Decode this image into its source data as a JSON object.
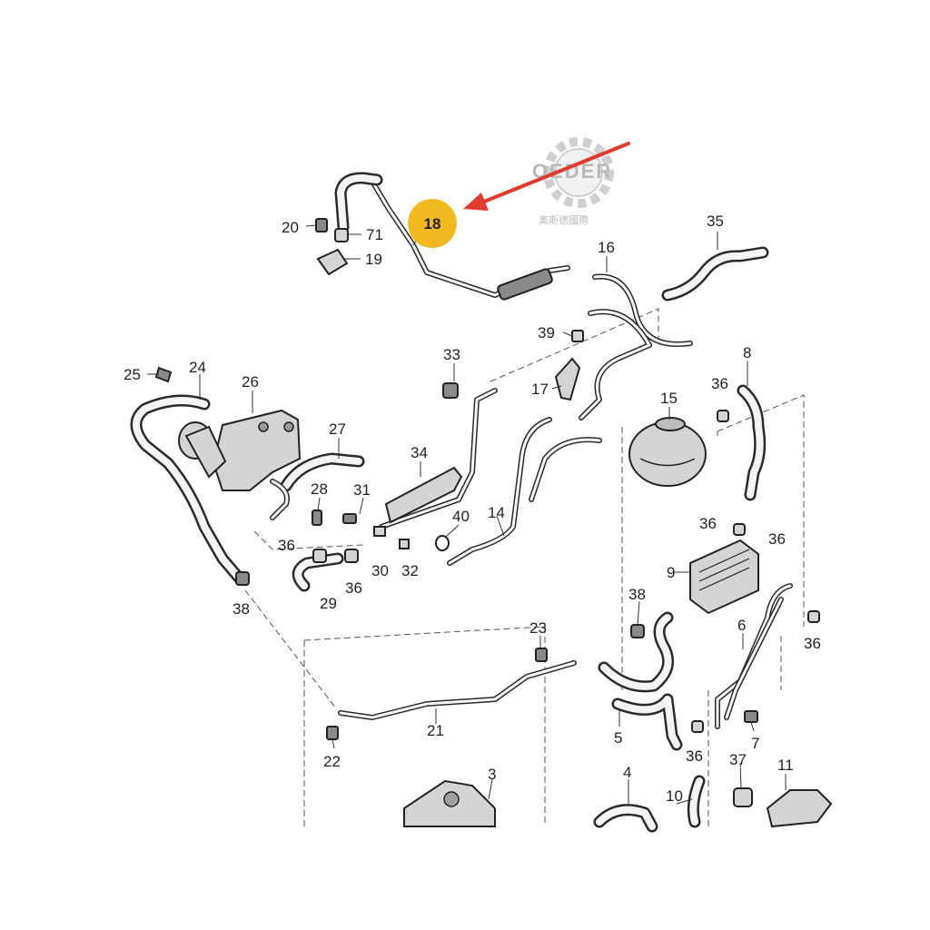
{
  "watermark": {
    "text": "OEDER",
    "subtext": "奥斯德國際"
  },
  "highlight": {
    "label": "18",
    "color": "#f2b81f"
  },
  "arrow": {
    "color": "#e23a2e"
  },
  "labels": [
    {
      "id": "l-20",
      "text": "20"
    },
    {
      "id": "l-71",
      "text": "71"
    },
    {
      "id": "l-19",
      "text": "19"
    },
    {
      "id": "l-35",
      "text": "35"
    },
    {
      "id": "l-16",
      "text": "16"
    },
    {
      "id": "l-39",
      "text": "39"
    },
    {
      "id": "l-33",
      "text": "33"
    },
    {
      "id": "l-17",
      "text": "17"
    },
    {
      "id": "l-15",
      "text": "15"
    },
    {
      "id": "l-8",
      "text": "8"
    },
    {
      "id": "l-36a",
      "text": "36"
    },
    {
      "id": "l-25",
      "text": "25"
    },
    {
      "id": "l-24",
      "text": "24"
    },
    {
      "id": "l-26",
      "text": "26"
    },
    {
      "id": "l-27",
      "text": "27"
    },
    {
      "id": "l-34",
      "text": "34"
    },
    {
      "id": "l-28",
      "text": "28"
    },
    {
      "id": "l-31",
      "text": "31"
    },
    {
      "id": "l-40",
      "text": "40"
    },
    {
      "id": "l-14",
      "text": "14"
    },
    {
      "id": "l-36b",
      "text": "36"
    },
    {
      "id": "l-36c",
      "text": "36"
    },
    {
      "id": "l-36d",
      "text": "36"
    },
    {
      "id": "l-36e",
      "text": "36"
    },
    {
      "id": "l-30",
      "text": "30"
    },
    {
      "id": "l-32",
      "text": "32"
    },
    {
      "id": "l-29",
      "text": "29"
    },
    {
      "id": "l-38a",
      "text": "38"
    },
    {
      "id": "l-9",
      "text": "9"
    },
    {
      "id": "l-38b",
      "text": "38"
    },
    {
      "id": "l-6",
      "text": "6"
    },
    {
      "id": "l-36f",
      "text": "36"
    },
    {
      "id": "l-23",
      "text": "23"
    },
    {
      "id": "l-21",
      "text": "21"
    },
    {
      "id": "l-22",
      "text": "22"
    },
    {
      "id": "l-5",
      "text": "5"
    },
    {
      "id": "l-36g",
      "text": "36"
    },
    {
      "id": "l-7",
      "text": "7"
    },
    {
      "id": "l-37",
      "text": "37"
    },
    {
      "id": "l-3",
      "text": "3"
    },
    {
      "id": "l-4",
      "text": "4"
    },
    {
      "id": "l-10",
      "text": "10"
    },
    {
      "id": "l-11",
      "text": "11"
    }
  ]
}
